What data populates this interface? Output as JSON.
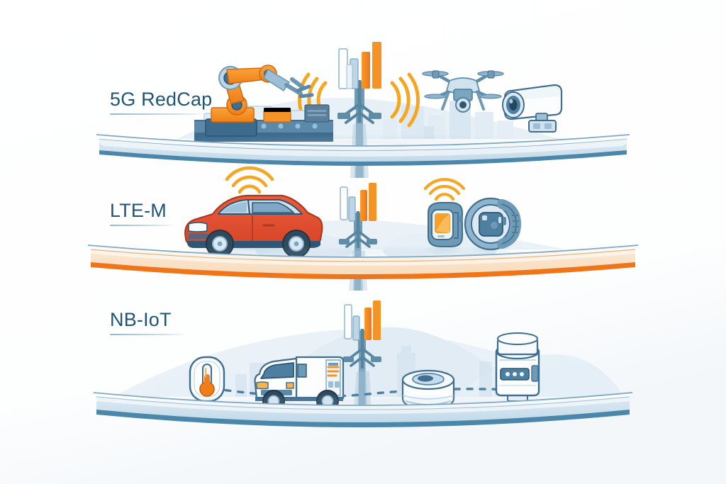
{
  "figure": {
    "background_color": "#ffffff",
    "accent_orange": "#f07d18",
    "accent_blue": "#2f6d95",
    "label_color": "#1f5474"
  },
  "tiers": [
    {
      "id": "5g-redcap",
      "label": "5G RedCap",
      "platform_edge_color": "#4b86ab",
      "platform_top_color": "#f4f9fc",
      "devices": [
        "industrial-robot-arm",
        "conveyor-belt",
        "cell-tower",
        "drone",
        "security-camera"
      ],
      "signal_arcs": 3,
      "signal_arc_color": "#f5a623"
    },
    {
      "id": "lte-m",
      "label": "LTE-M",
      "platform_edge_color": "#ef7518",
      "platform_top_color": "#fdf6ee",
      "devices": [
        "connected-car",
        "cell-tower",
        "smartwatch-orange-screen",
        "smartwatch-blue"
      ],
      "signal_arcs": 3,
      "signal_arc_color": "#f5a623"
    },
    {
      "id": "nb-iot",
      "label": "NB-IoT",
      "platform_edge_color": "#4b86ab",
      "platform_top_color": "#f6f9fb",
      "devices": [
        "thermostat-sensor",
        "delivery-van",
        "cell-tower",
        "round-sensor-puck",
        "smart-utility-meter"
      ],
      "signal_arcs": 0,
      "connection_line": "dashed"
    }
  ]
}
